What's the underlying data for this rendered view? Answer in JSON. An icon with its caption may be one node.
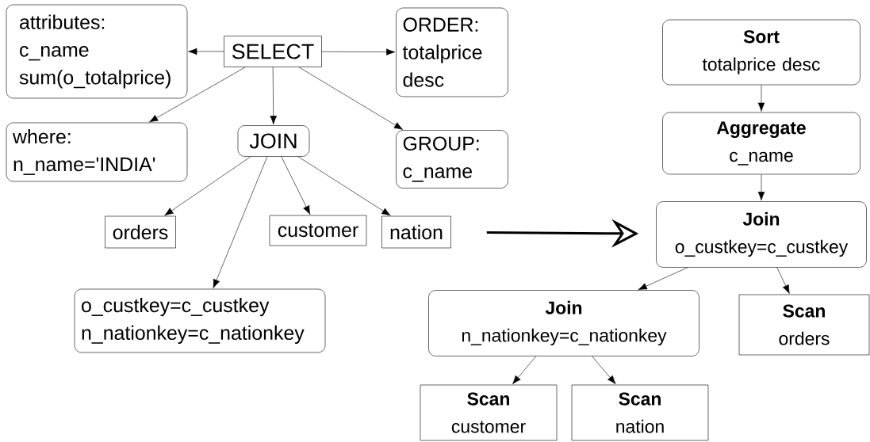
{
  "diagram": {
    "nodes": [
      {
        "text": [
          "attributes: c_name sum(o_totalprice)"
        ]
      },
      {
        "text": [
          "SELECT"
        ]
      },
      {
        "text": [
          "ORDER: totalprice desc"
        ]
      },
      {
        "text": [
          "where: n_name='INDIA'"
        ]
      },
      {
        "text": [
          "JOIN"
        ]
      },
      {
        "text": [
          "GROUP: c_name"
        ]
      },
      {
        "text": [
          "orders"
        ]
      },
      {
        "text": [
          "customer"
        ]
      },
      {
        "text": [
          "nation"
        ]
      },
      {
        "text": [
          "o_custkey=c_custkey n_nationkey=c_nationkey"
        ]
      },
      {
        "text": [
          "Sort",
          "totalprice desc"
        ]
      },
      {
        "text": [
          "Aggregate",
          "c_name"
        ]
      },
      {
        "text": [
          "Join",
          "o_custkey=c_custkey"
        ]
      },
      {
        "text": [
          "Join",
          "n_nationkey=c_nationkey"
        ]
      },
      {
        "text": [
          "Scan",
          "orders"
        ]
      },
      {
        "text": [
          "Scan",
          "customer"
        ]
      },
      {
        "text": [
          "Scan",
          "nation"
        ]
      }
    ],
    "edges": [
      {
        "from": 1,
        "to": 0,
        "arrow": "to"
      },
      {
        "from": 1,
        "to": 2,
        "arrow": "to"
      },
      {
        "from": 1,
        "to": 3,
        "arrow": "to"
      },
      {
        "from": 1,
        "to": 4,
        "arrow": "to"
      },
      {
        "from": 1,
        "to": 5,
        "arrow": "to"
      },
      {
        "from": 4,
        "to": 6,
        "arrow": "to"
      },
      {
        "from": 4,
        "to": 9,
        "arrow": "to"
      },
      {
        "from": 4,
        "to": 7,
        "arrow": "to"
      },
      {
        "from": 4,
        "to": 8,
        "arrow": "to"
      },
      {
        "from": 8,
        "to": 12,
        "arrow": "to",
        "style": "thick"
      },
      {
        "from": 10,
        "to": 11,
        "arrow": "to"
      },
      {
        "from": 11,
        "to": 12,
        "arrow": "to"
      },
      {
        "from": 12,
        "to": 13,
        "arrow": "to"
      },
      {
        "from": 12,
        "to": 14,
        "arrow": "to"
      },
      {
        "from": 13,
        "to": 15,
        "arrow": "to"
      },
      {
        "from": 13,
        "to": 16,
        "arrow": "to"
      }
    ]
  }
}
